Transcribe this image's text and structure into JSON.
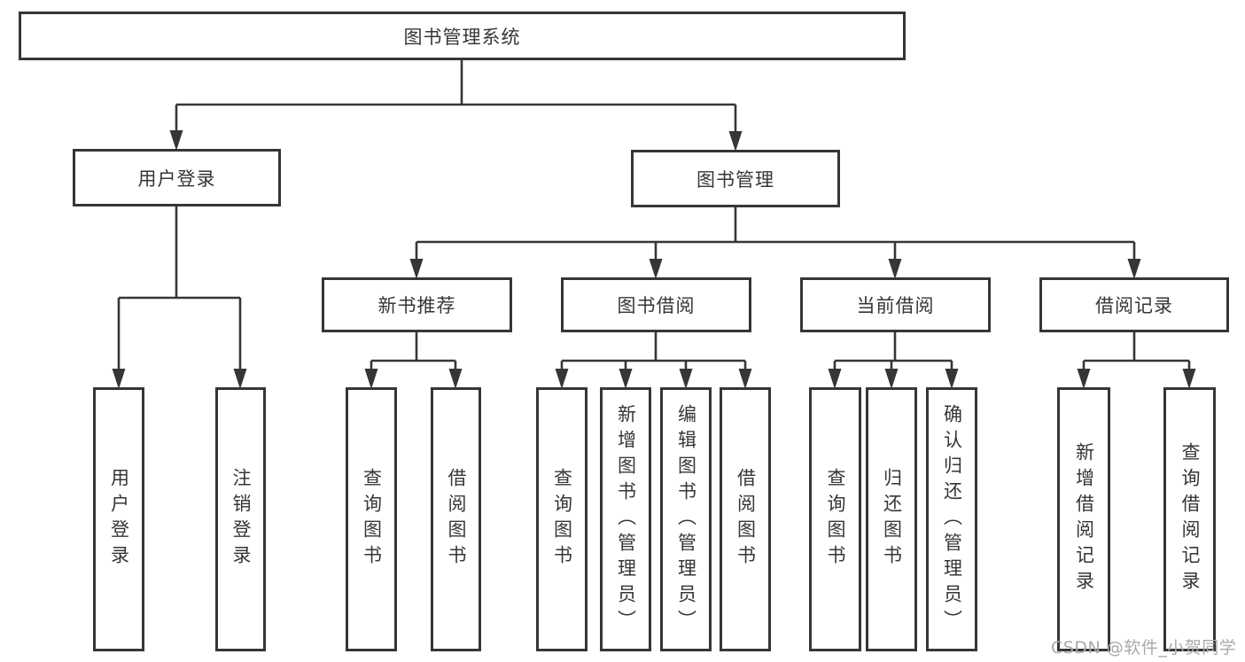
{
  "diagram": {
    "root_label": "图书管理系统",
    "user_login": {
      "label": "用户登录",
      "children": [
        {
          "label": "用户登录"
        },
        {
          "label": "注销登录"
        }
      ]
    },
    "book_mgmt": {
      "label": "图书管理",
      "groups": [
        {
          "label": "新书推荐",
          "children": [
            {
              "label": "查询图书"
            },
            {
              "label": "借阅图书"
            }
          ]
        },
        {
          "label": "图书借阅",
          "children": [
            {
              "label": "查询图书"
            },
            {
              "label": "新增图书（管理员）"
            },
            {
              "label": "编辑图书（管理员）"
            },
            {
              "label": "借阅图书"
            }
          ]
        },
        {
          "label": "当前借阅",
          "children": [
            {
              "label": "查询图书"
            },
            {
              "label": "归还图书"
            },
            {
              "label": "确认归还（管理员）"
            }
          ]
        },
        {
          "label": "借阅记录",
          "children": [
            {
              "label": "新增借阅记录"
            },
            {
              "label": "查询借阅记录"
            }
          ]
        }
      ]
    }
  },
  "watermark": "CSDN @软件_小贺同学",
  "colors": {
    "line": "#363636",
    "box_border": "#363636",
    "text": "#363636",
    "watermark_text": "#a9a9a9",
    "background": "#ffffff"
  }
}
